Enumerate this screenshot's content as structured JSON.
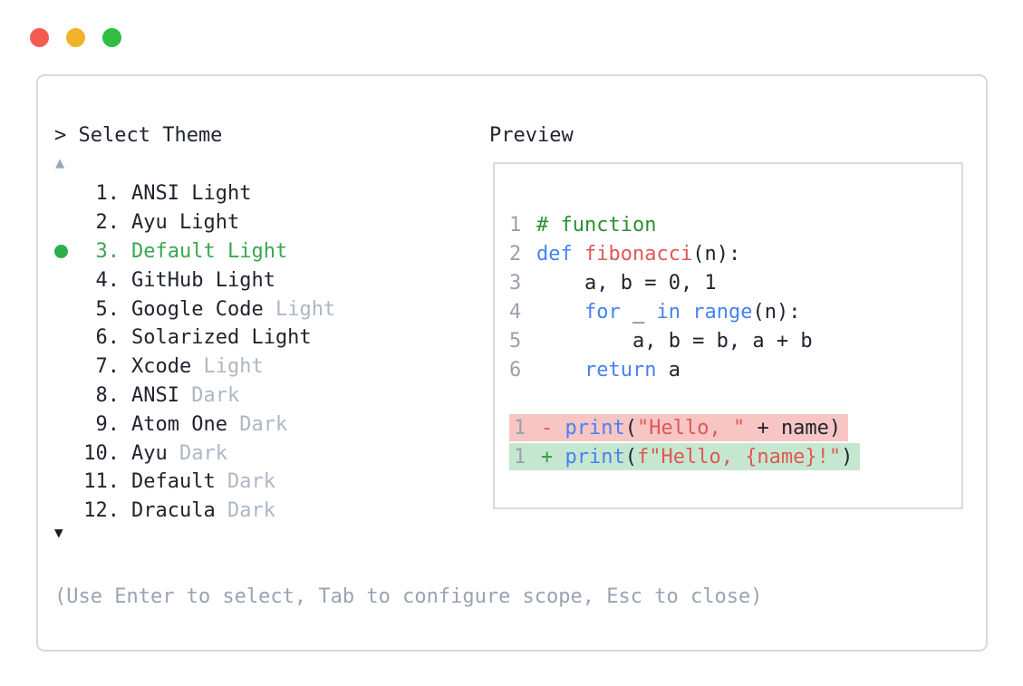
{
  "window": {
    "controls": [
      {
        "name": "close",
        "color": "#f35b51"
      },
      {
        "name": "minimize",
        "color": "#f2b32b"
      },
      {
        "name": "maximize",
        "color": "#2ebe41"
      }
    ]
  },
  "theme_picker": {
    "prompt": "> Select Theme",
    "scroll_up_icon": "▲",
    "scroll_down_icon": "▼",
    "items": [
      {
        "number": "1.",
        "label": "ANSI Light",
        "dim": "",
        "state": "normal"
      },
      {
        "number": "2.",
        "label": "Ayu Light",
        "dim": "",
        "state": "normal"
      },
      {
        "number": "3.",
        "label": "Default Light",
        "dim": "",
        "state": "selected"
      },
      {
        "number": "4.",
        "label": "GitHub Light",
        "dim": "",
        "state": "normal"
      },
      {
        "number": "5.",
        "label": "Google Code",
        "dim": "Light",
        "state": "normal"
      },
      {
        "number": "6.",
        "label": "Solarized Light",
        "dim": "",
        "state": "normal"
      },
      {
        "number": "7.",
        "label": "Xcode",
        "dim": "Light",
        "state": "normal"
      },
      {
        "number": "8.",
        "label": "ANSI",
        "dim": "Dark",
        "state": "normal"
      },
      {
        "number": "9.",
        "label": "Atom One",
        "dim": "Dark",
        "state": "normal"
      },
      {
        "number": "10.",
        "label": "Ayu",
        "dim": "Dark",
        "state": "normal"
      },
      {
        "number": "11.",
        "label": "Default",
        "dim": "Dark",
        "state": "normal"
      },
      {
        "number": "12.",
        "label": "Dracula",
        "dim": "Dark",
        "state": "normal"
      }
    ],
    "selected_color": "#3aa74f",
    "hint": "(Use Enter to select, Tab to configure scope, Esc to close)"
  },
  "preview": {
    "title": "Preview",
    "syntax_colors": {
      "keyword": "#4483f2",
      "string": "#df5858",
      "comment": "#2c8f31",
      "plain": "#20242e",
      "line_number": "#98a1ad",
      "diff_removed_bg": "#f7c5c3",
      "diff_added_bg": "#c6e7cf"
    },
    "code_lines": [
      {
        "num": "1",
        "diff": "",
        "segments": [
          {
            "text": "# function",
            "style": "comment"
          }
        ]
      },
      {
        "num": "2",
        "diff": "",
        "segments": [
          {
            "text": "def",
            "style": "keyword"
          },
          {
            "text": " ",
            "style": "plain"
          },
          {
            "text": "fibonacci",
            "style": "string"
          },
          {
            "text": "(n):",
            "style": "plain"
          }
        ]
      },
      {
        "num": "3",
        "diff": "",
        "segments": [
          {
            "text": "    a, b = 0, 1",
            "style": "plain"
          }
        ]
      },
      {
        "num": "4",
        "diff": "",
        "segments": [
          {
            "text": "    ",
            "style": "plain"
          },
          {
            "text": "for",
            "style": "keyword"
          },
          {
            "text": " _ ",
            "style": "plain"
          },
          {
            "text": "in",
            "style": "keyword"
          },
          {
            "text": " ",
            "style": "plain"
          },
          {
            "text": "range",
            "style": "keyword"
          },
          {
            "text": "(n):",
            "style": "plain"
          }
        ]
      },
      {
        "num": "5",
        "diff": "",
        "segments": [
          {
            "text": "        a, b = b, a + b",
            "style": "plain"
          }
        ]
      },
      {
        "num": "6",
        "diff": "",
        "segments": [
          {
            "text": "    ",
            "style": "plain"
          },
          {
            "text": "return",
            "style": "keyword"
          },
          {
            "text": " a",
            "style": "plain"
          }
        ]
      },
      {
        "num": "",
        "diff": "blank",
        "segments": []
      },
      {
        "num": "1",
        "diff": "removed",
        "segments": [
          {
            "text": "- ",
            "style": "minus"
          },
          {
            "text": "print",
            "style": "keyword"
          },
          {
            "text": "(",
            "style": "plain"
          },
          {
            "text": "\"Hello, \"",
            "style": "string"
          },
          {
            "text": " + name)",
            "style": "plain"
          }
        ]
      },
      {
        "num": "1",
        "diff": "added",
        "segments": [
          {
            "text": "+ ",
            "style": "plus"
          },
          {
            "text": "print",
            "style": "keyword"
          },
          {
            "text": "(",
            "style": "plain"
          },
          {
            "text": "f\"Hello, {name}!\"",
            "style": "string"
          },
          {
            "text": ")",
            "style": "plain"
          }
        ]
      }
    ]
  }
}
